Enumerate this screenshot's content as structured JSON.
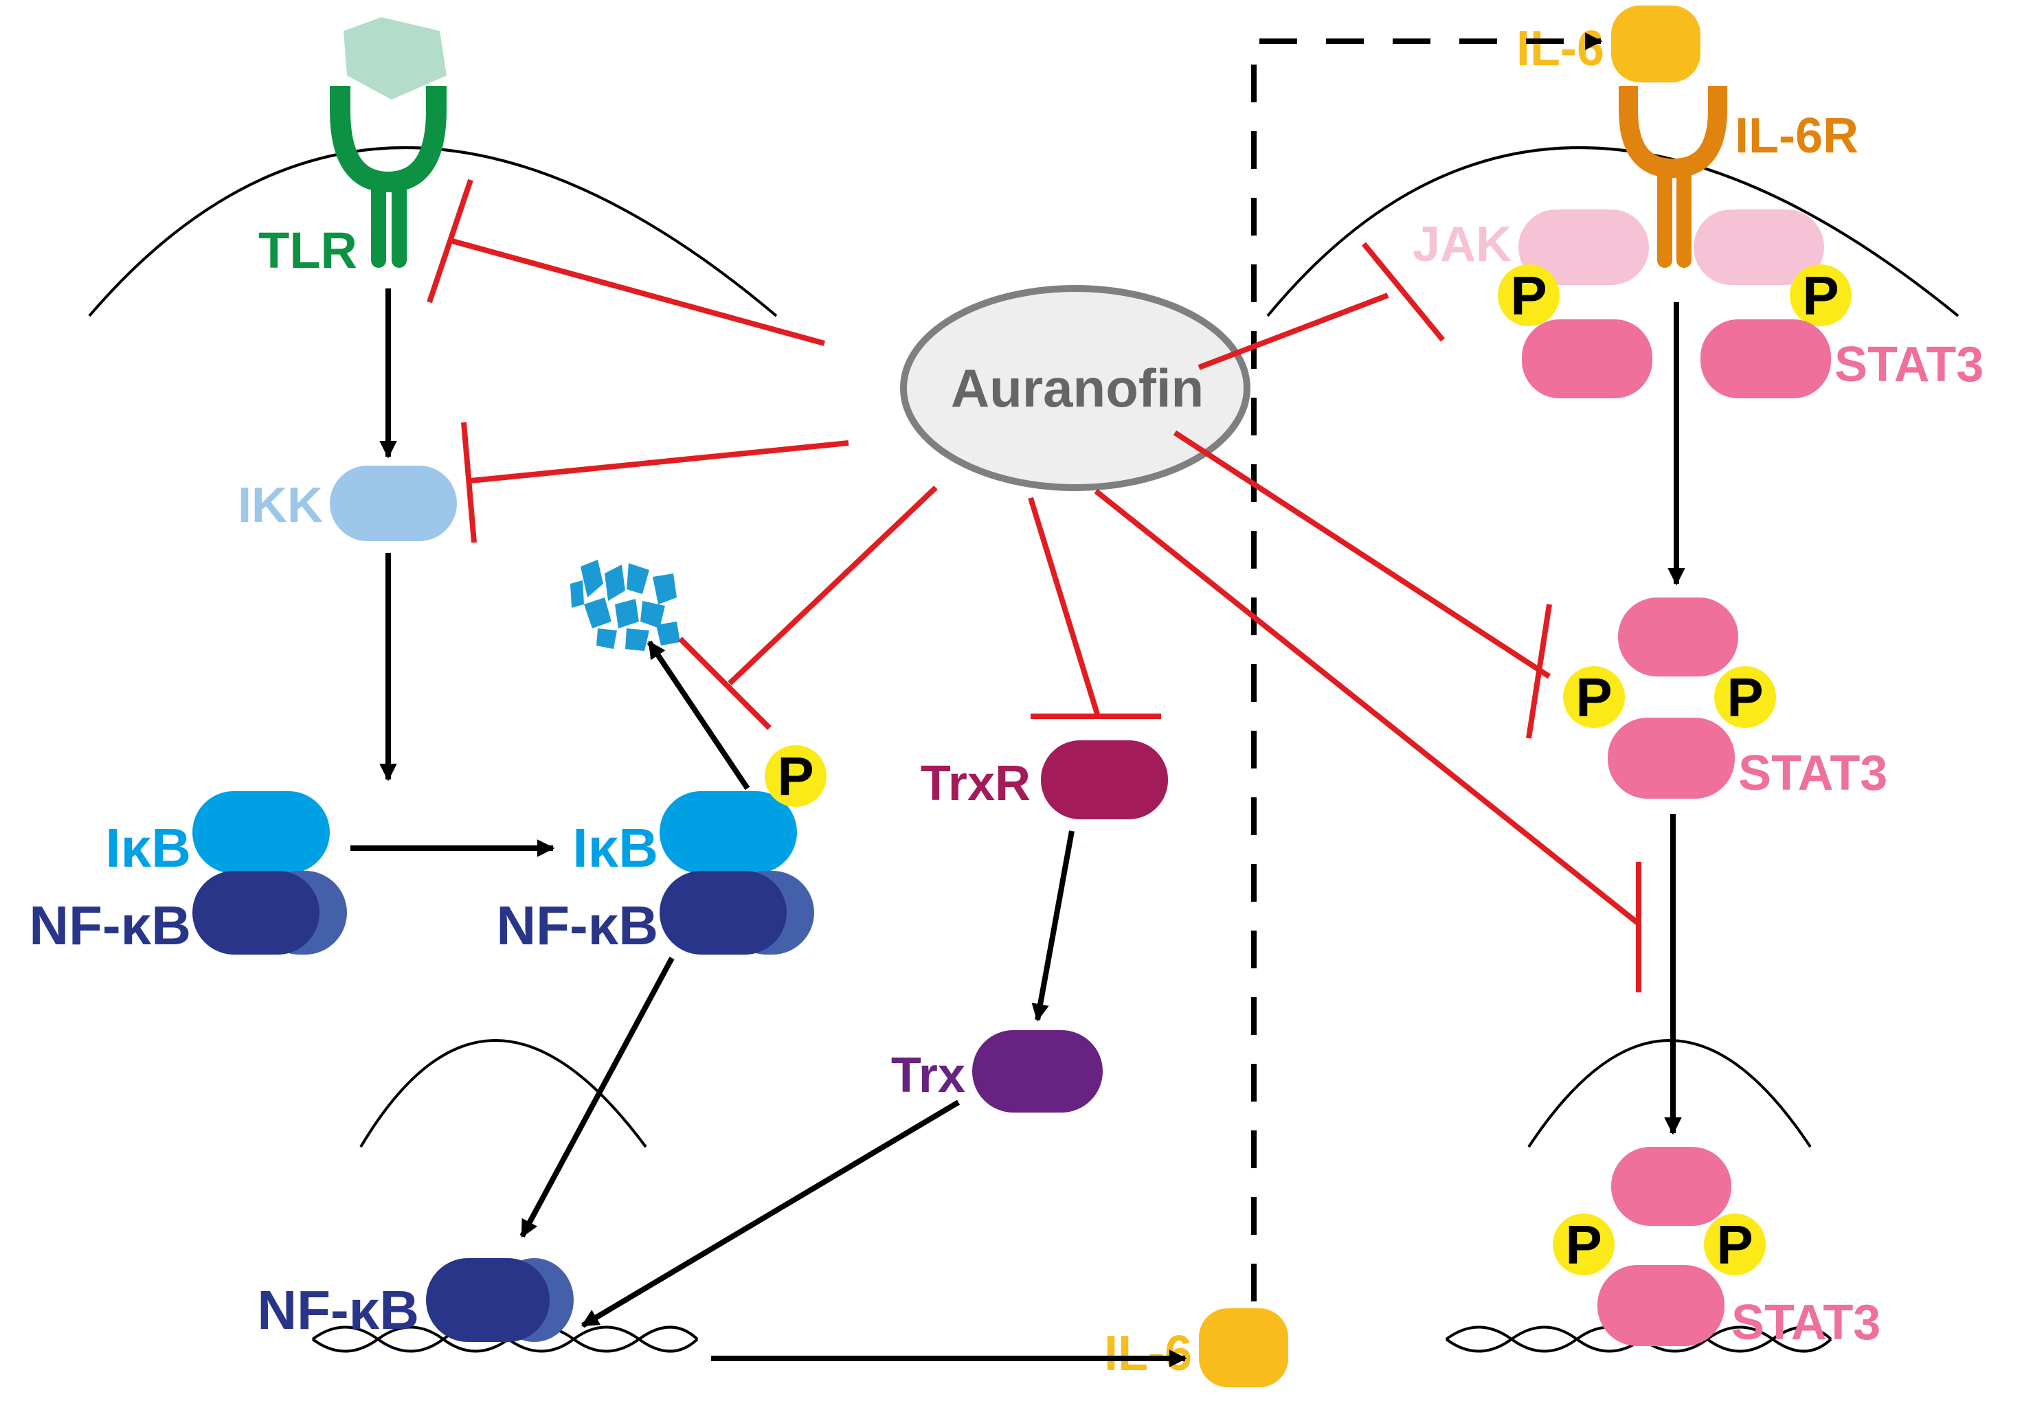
{
  "colors": {
    "tlr": "#0c9242",
    "ligand": "#b3dccb",
    "ikk": "#9cc7ea",
    "ikb": "#00a1e4",
    "nfkb_dark": "#283589",
    "nfkb_light": "#4560ab",
    "trxr": "#a31b58",
    "trx": "#672282",
    "il6": "#f8bd1c",
    "il6r": "#e0840f",
    "jak": "#f6c2d6",
    "stat3": "#ee709b",
    "phospho": "#fbea18",
    "inhibit": "#e11d22",
    "drug_fill": "#eeeeee",
    "drug_stroke": "#7f7f7f",
    "drug_text": "#666666",
    "degradation": "#1c9ad6"
  },
  "labels": {
    "tlr": "TLR",
    "ikk": "IKK",
    "ikb_1": "IκB",
    "nfkb_1": "NF-κB",
    "ikb_2": "IκB",
    "nfkb_2": "NF-κB",
    "nfkb_3": "NF-κB",
    "trxr": "TrxR",
    "trx": "Trx",
    "il6_top": "IL-6",
    "il6_bottom": "IL-6",
    "il6r": "IL-6R",
    "jak": "JAK",
    "stat3_1": "STAT3",
    "stat3_2": "STAT3",
    "stat3_3": "STAT3",
    "drug": "Auranofin",
    "phospho": "P"
  }
}
